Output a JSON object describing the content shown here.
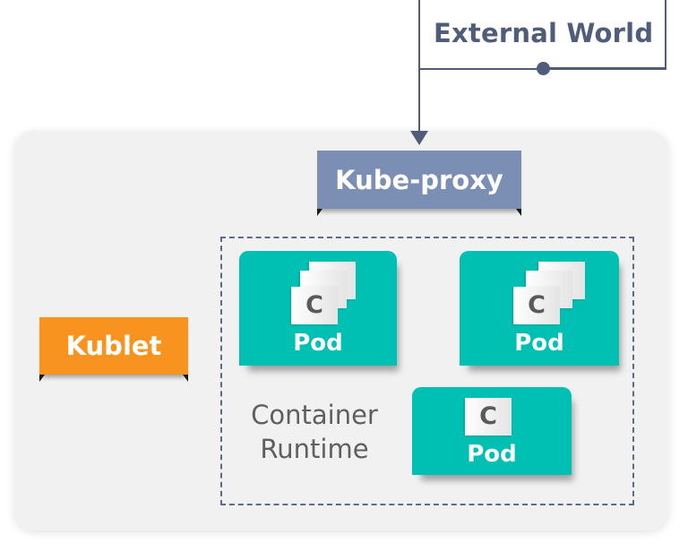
{
  "external": {
    "label": "External World"
  },
  "node": {
    "kube_proxy": {
      "label": "Kube-proxy",
      "color": "#7b8fb4"
    },
    "kublet": {
      "label": "Kublet",
      "color": "#f7931e"
    },
    "container_runtime": {
      "line1": "Container",
      "line2": "Runtime"
    },
    "pods": [
      {
        "label": "Pod",
        "container_label": "C",
        "containers": 3
      },
      {
        "label": "Pod",
        "container_label": "C",
        "containers": 3
      },
      {
        "label": "Pod",
        "container_label": "C",
        "containers": 1
      }
    ],
    "pod_color": "#00bfb3",
    "line_color": "#4f5d7a"
  }
}
